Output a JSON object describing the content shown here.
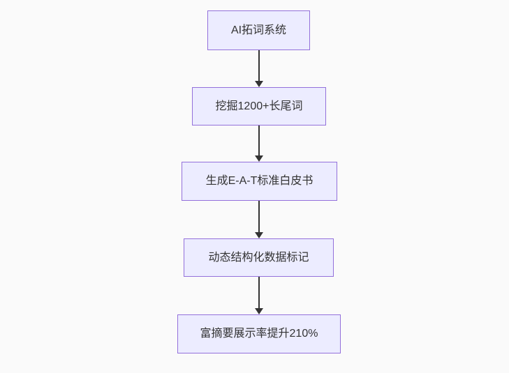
{
  "flowchart": {
    "type": "flowchart",
    "direction": "top-down",
    "colors": {
      "background": "#fafafa",
      "node_fill": "#ECECFF",
      "node_border": "#9370DB",
      "node_text": "#333333",
      "edge": "#333333"
    },
    "nodes": [
      {
        "label": "AI拓词系统"
      },
      {
        "label": "挖掘1200+长尾词"
      },
      {
        "label": "生成E-A-T标准白皮书"
      },
      {
        "label": "动态结构化数据标记"
      },
      {
        "label": "富摘要展示率提升210%"
      }
    ],
    "edges": [
      {
        "from": 0,
        "to": 1,
        "arrow": "down"
      },
      {
        "from": 1,
        "to": 2,
        "arrow": "down"
      },
      {
        "from": 2,
        "to": 3,
        "arrow": "down"
      },
      {
        "from": 3,
        "to": 4,
        "arrow": "down"
      }
    ]
  }
}
